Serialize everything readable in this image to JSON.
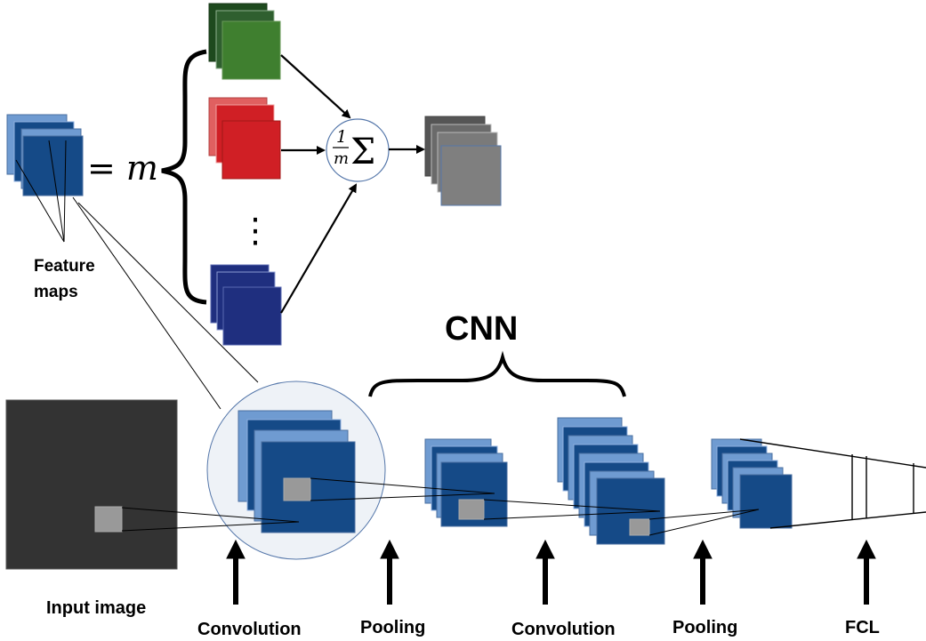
{
  "title": "CNN",
  "labels": {
    "feature_maps": [
      "Feature",
      "maps"
    ],
    "input_image": "Input image",
    "stages": [
      "Convolution",
      "Pooling",
      "Convolution",
      "Pooling",
      "FCL"
    ]
  },
  "math": {
    "equals_m": "= m",
    "frac_num": "1",
    "frac_den": "m",
    "sum": "Σ",
    "ellipsis": "⋮"
  },
  "colors": {
    "green": "#3f7f2f",
    "red": "#d01f25",
    "blue_dark": "#1f2f7f",
    "fm_light": "#6f9bd1",
    "fm_dark": "#154a87",
    "gray": "#7f7f7f",
    "input": "#333333",
    "patch": "#999999"
  }
}
